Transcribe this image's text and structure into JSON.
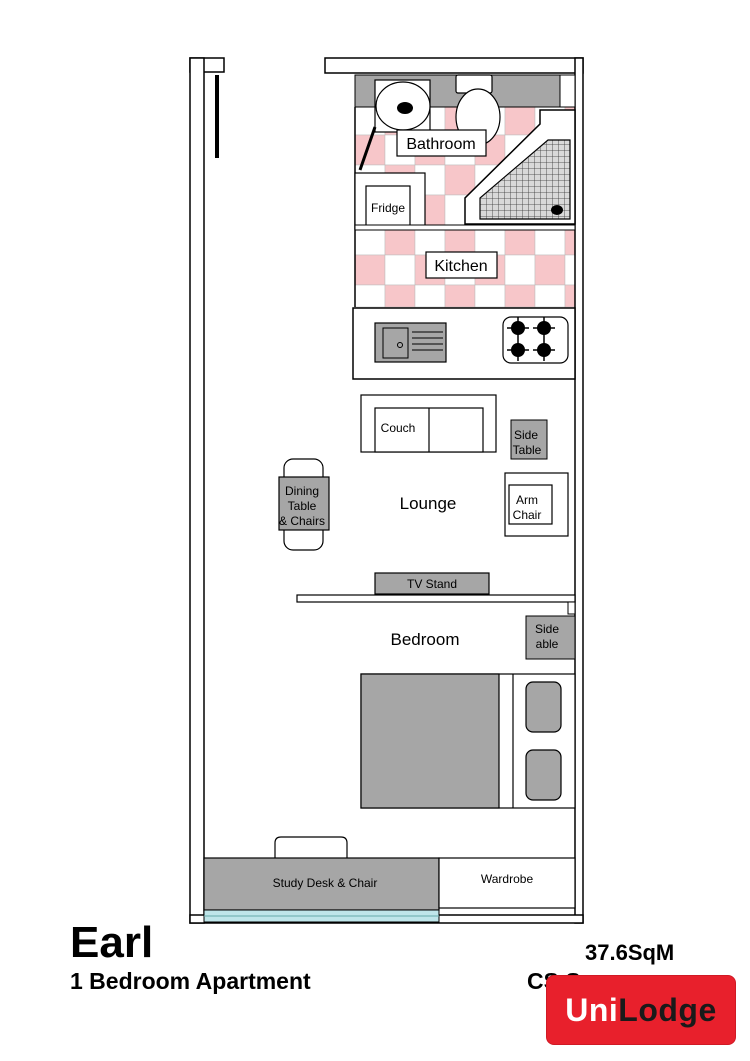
{
  "title": "Earl",
  "subtitle": "1 Bedroom Apartment",
  "area": "37.6SqM",
  "campus": "CS S",
  "logo": {
    "part1": "Uni",
    "part2": "Lodge"
  },
  "rooms": {
    "bathroom": "Bathroom",
    "fridge": "Fridge",
    "kitchen": "Kitchen",
    "couch": "Couch",
    "side_table_1": [
      "Side",
      "Table"
    ],
    "dining": [
      "Dining",
      "Table",
      "& Chairs"
    ],
    "lounge": "Lounge",
    "arm_chair": [
      "Arm",
      "Chair"
    ],
    "tv_stand": "TV Stand",
    "bedroom": "Bedroom",
    "side_table_2": [
      "Side",
      "able"
    ],
    "study_desk": "Study Desk & Chair",
    "wardrobe": "Wardrobe"
  },
  "colors": {
    "tile_pink": "#f7c6c9",
    "furniture_grey": "#a6a6a6",
    "window_blue": "#bfe6ea",
    "logo_red": "#e8202c"
  }
}
